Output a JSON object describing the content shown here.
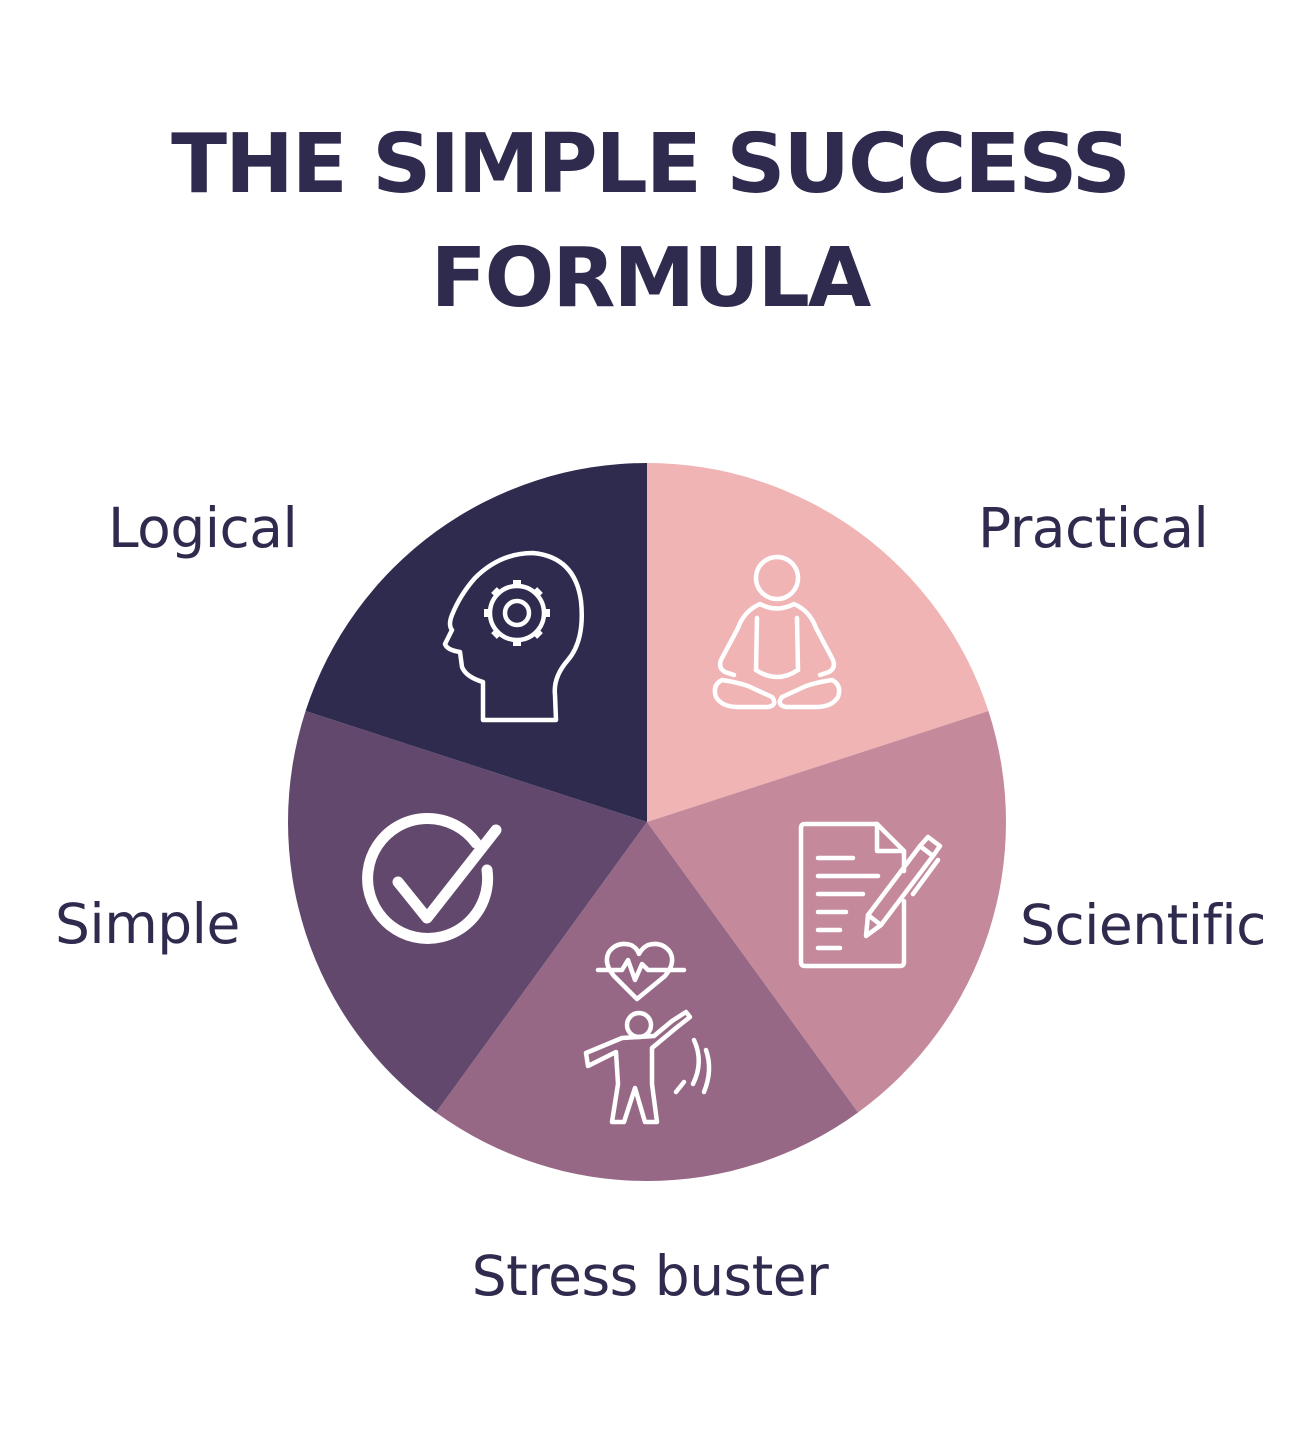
{
  "title": {
    "line1": "THE SIMPLE SUCCESS",
    "line2": "FORMULA"
  },
  "segments": [
    {
      "label": "Practical",
      "icon": "meditation-icon",
      "color": "#f0b4b4"
    },
    {
      "label": "Scientific",
      "icon": "document-pen-icon",
      "color": "#c48a9b"
    },
    {
      "label": "Stress buster",
      "icon": "heart-exercise-icon",
      "color": "#966886"
    },
    {
      "label": "Simple",
      "icon": "checkmark-circle-icon",
      "color": "#62486c"
    },
    {
      "label": "Logical",
      "icon": "head-gear-icon",
      "color": "#2f2b4e"
    }
  ],
  "colors": {
    "text": "#2f2b4e",
    "icon_stroke": "#ffffff",
    "background": "#ffffff"
  }
}
